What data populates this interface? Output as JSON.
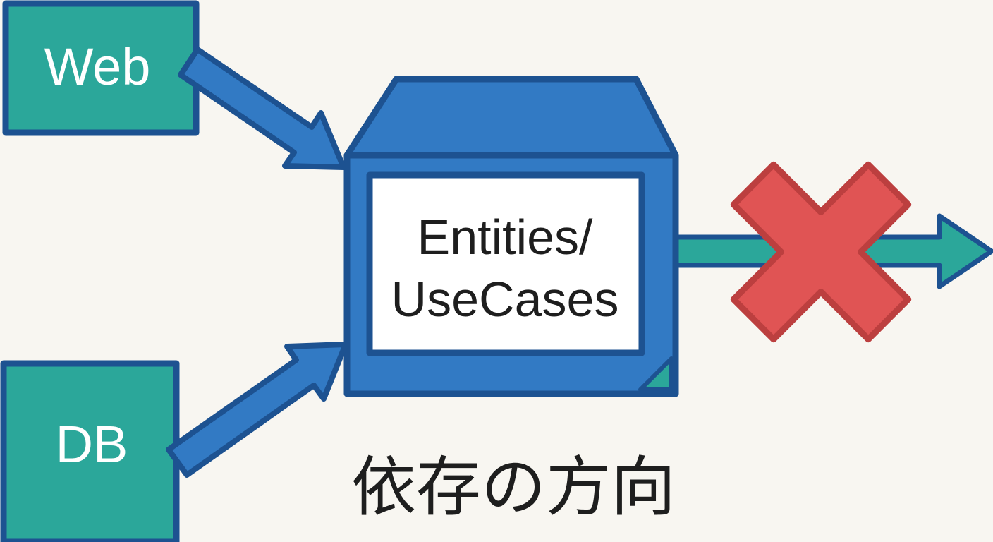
{
  "labels": {
    "web": "Web",
    "db": "DB",
    "core_line1": "Entities/",
    "core_line2": "UseCases",
    "caption": "依存の方向"
  },
  "colors": {
    "background": "#f8f6f1",
    "teal": "#2ba79a",
    "blue": "#327ac4",
    "blue_dark": "#1d5291",
    "red": "#e05454",
    "red_dark": "#bc3f3f",
    "text_light": "#ffffff",
    "text_dark": "#1e1e1e"
  }
}
